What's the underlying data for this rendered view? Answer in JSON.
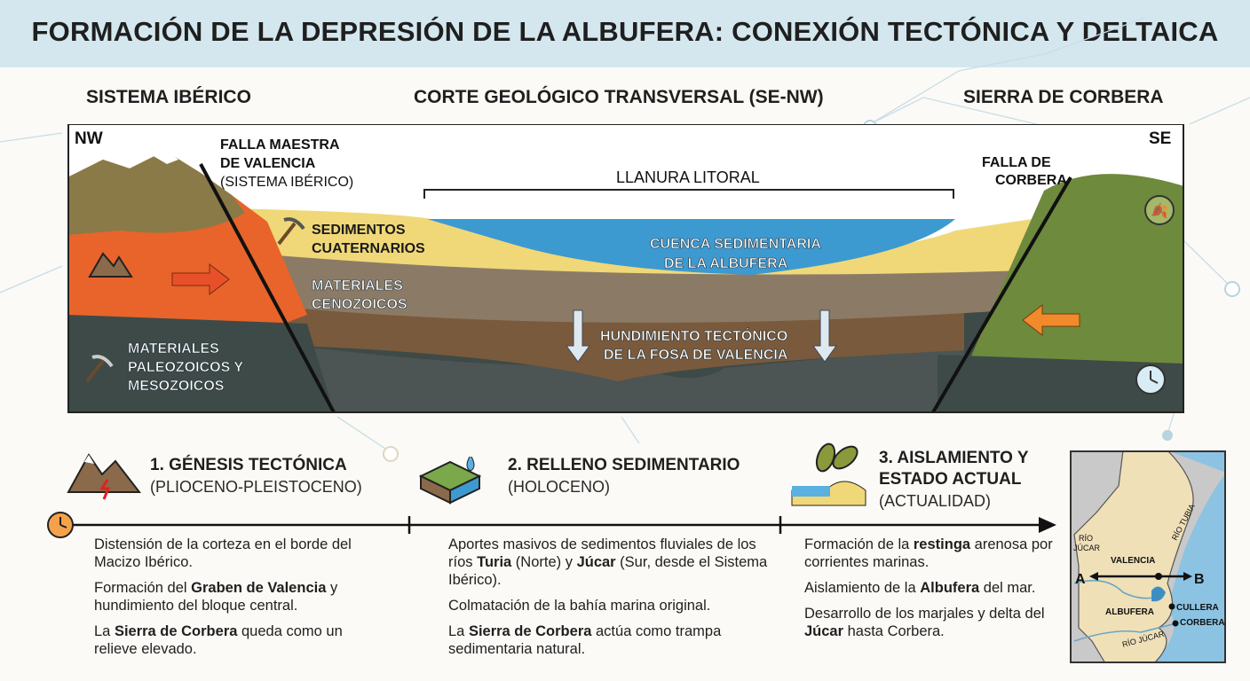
{
  "title": "FORMACIÓN DE LA DEPRESIÓN DE LA ALBUFERA: CONEXIÓN TECTÓNICA Y DELTAICA",
  "headers": {
    "left": "SISTEMA IBÉRICO",
    "center": "CORTE GEOLÓGICO TRANSVERSAL (SE-NW)",
    "right": "SIERRA DE CORBERA"
  },
  "section": {
    "nw": "NW",
    "se": "SE",
    "falla_maestra": [
      "FALLA MAESTRA",
      "DE VALENCIA",
      "(SISTEMA IBÉRICO)"
    ],
    "falla_corbera": [
      "FALLA DE",
      "CORBERA"
    ],
    "llanura": "LLANURA LITORAL",
    "sedimentos": [
      "SEDIMENTOS",
      "CUATERNARIOS"
    ],
    "cuenca": [
      "CUENCA SEDIMENTARIA",
      "DE LA ALBUFERA"
    ],
    "cenozoicos": [
      "MATERIALES",
      "CENOZOICOS"
    ],
    "paleozoicos": [
      "MATERIALES",
      "PALEOZOICOS Y",
      "MESOZOICOS"
    ],
    "hundimiento": [
      "HUNDIMIENTO TECTÓNICO",
      "DE LA FOSA DE VALENCIA"
    ]
  },
  "stages": [
    {
      "title": "1. GÉNESIS TECTÓNICA",
      "sub": "(PLIOCENO-PLEISTOCENO)",
      "paras": [
        [
          {
            "t": "Distensión de la corteza en el borde del Macizo Ibérico."
          }
        ],
        [
          {
            "t": "Formación del "
          },
          {
            "b": "Graben de Valencia"
          },
          {
            "t": " y hundimiento del bloque central."
          }
        ],
        [
          {
            "t": "La "
          },
          {
            "b": "Sierra de Corbera"
          },
          {
            "t": " queda como un relieve elevado."
          }
        ]
      ]
    },
    {
      "title": "2. RELLENO SEDIMENTARIO",
      "sub": "(HOLOCENO)",
      "paras": [
        [
          {
            "t": "Aportes masivos de sedimentos fluviales de los ríos "
          },
          {
            "b": "Turia"
          },
          {
            "t": " (Norte) y "
          },
          {
            "b": "Júcar"
          },
          {
            "t": " (Sur, desde el Sistema Ibérico)."
          }
        ],
        [
          {
            "t": "Colmatación de la bahía marina original."
          }
        ],
        [
          {
            "t": "La "
          },
          {
            "b": "Sierra de Corbera"
          },
          {
            "t": " actúa como trampa sedimentaria natural."
          }
        ]
      ]
    },
    {
      "title1": "3. AISLAMIENTO Y",
      "title2": "ESTADO ACTUAL",
      "sub": "(ACTUALIDAD)",
      "paras": [
        [
          {
            "t": "Formación de la "
          },
          {
            "b": "restinga"
          },
          {
            "t": " arenosa por corrientes marinas."
          }
        ],
        [
          {
            "t": "Aislamiento de la "
          },
          {
            "b": "Albufera"
          },
          {
            "t": " del mar."
          }
        ],
        [
          {
            "t": "Desarrollo de los marjales y delta del "
          },
          {
            "b": "Júcar"
          },
          {
            "t": " hasta Corbera."
          }
        ]
      ]
    }
  ],
  "map": {
    "rio_turia": "RÍO TUBIA",
    "rio_jucar_1": "RÍO",
    "rio_jucar_2": "JÚCAR",
    "rio_jucar_3": "RÍO JÚCAR",
    "valencia": "VALENCIA",
    "albufera": "ALBUFERA",
    "cullera": "CULLERA",
    "corbera": "CORBERA",
    "a": "A",
    "b": "B"
  },
  "colors": {
    "title_band": "#d4e7ef",
    "water": "#3d9ad1",
    "sand": "#f0d878",
    "orange": "#e8642a",
    "dark": "#3e4a47"
  }
}
